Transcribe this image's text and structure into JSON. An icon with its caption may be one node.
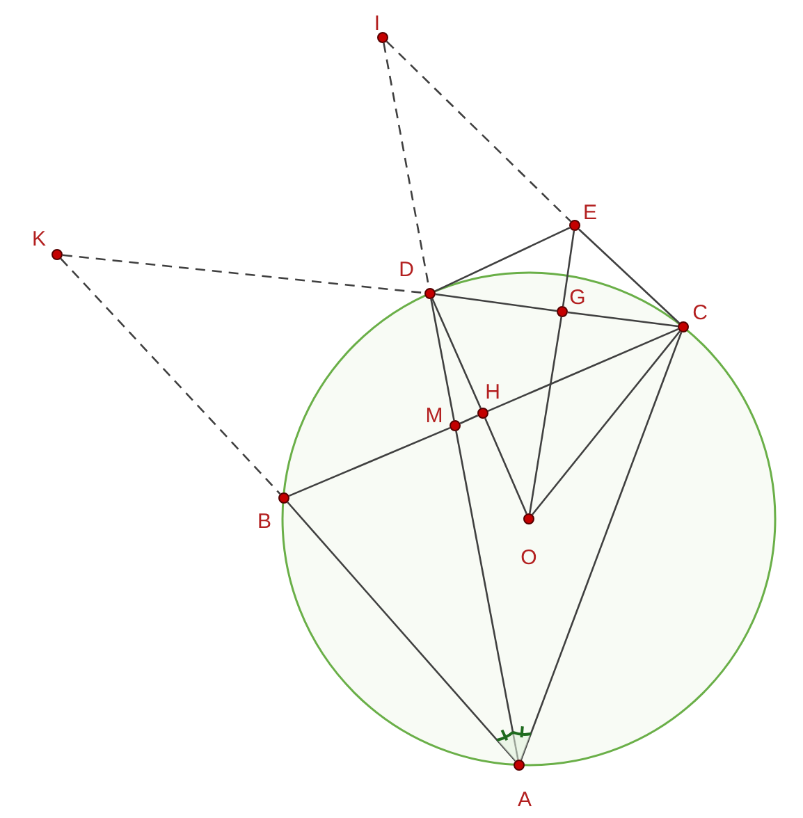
{
  "diagram": {
    "nodes": [
      {
        "text": [
          "I"
        ]
      },
      {
        "text": [
          "K"
        ]
      },
      {
        "text": [
          "E"
        ]
      },
      {
        "text": [
          "D"
        ]
      },
      {
        "text": [
          "G"
        ]
      },
      {
        "text": [
          "C"
        ]
      },
      {
        "text": [
          "H"
        ]
      },
      {
        "text": [
          "M"
        ]
      },
      {
        "text": [
          "B"
        ]
      },
      {
        "text": [
          "O"
        ]
      },
      {
        "text": [
          "A"
        ]
      }
    ],
    "edges": [
      {
        "from": 0,
        "to": 3,
        "arrow": "none",
        "style": "dashed"
      },
      {
        "from": 0,
        "to": 2,
        "arrow": "none",
        "style": "dashed"
      },
      {
        "from": 1,
        "to": 3,
        "arrow": "none",
        "style": "dashed"
      },
      {
        "from": 1,
        "to": 8,
        "arrow": "none",
        "style": "dashed"
      },
      {
        "from": 3,
        "to": 2,
        "arrow": "none"
      },
      {
        "from": 2,
        "to": 5,
        "arrow": "none"
      },
      {
        "from": 3,
        "to": 4,
        "arrow": "none"
      },
      {
        "from": 4,
        "to": 5,
        "arrow": "none"
      },
      {
        "from": 2,
        "to": 4,
        "arrow": "none"
      },
      {
        "from": 4,
        "to": 9,
        "arrow": "none"
      },
      {
        "from": 8,
        "to": 7,
        "arrow": "none"
      },
      {
        "from": 7,
        "to": 6,
        "arrow": "none"
      },
      {
        "from": 6,
        "to": 5,
        "arrow": "none"
      },
      {
        "from": 3,
        "to": 7,
        "arrow": "none"
      },
      {
        "from": 7,
        "to": 10,
        "arrow": "none"
      },
      {
        "from": 3,
        "to": 6,
        "arrow": "none"
      },
      {
        "from": 6,
        "to": 9,
        "arrow": "none"
      },
      {
        "from": 5,
        "to": 9,
        "arrow": "none"
      },
      {
        "from": 5,
        "to": 10,
        "arrow": "none"
      },
      {
        "from": 8,
        "to": 10,
        "arrow": "none"
      }
    ]
  }
}
